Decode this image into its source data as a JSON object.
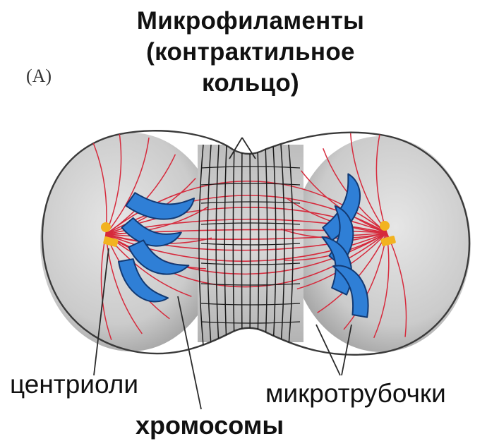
{
  "figure": {
    "panel_letter": "(A)",
    "title_lines": [
      "Микрофиламенты",
      "(контрактильное",
      "кольцо)"
    ]
  },
  "labels": {
    "centrioles": "центриоли",
    "microtubules": "микротрубочки",
    "chromosomes": "хромосомы"
  },
  "colors": {
    "cell_fill": "#cfcfcf",
    "cell_outline": "#3a3a3a",
    "microtubule": "#d62a3c",
    "chromosome_fill": "#2f7fd6",
    "chromosome_outline": "#123a73",
    "centriole": "#f2b321",
    "contractile_ring": "#1a1a1a",
    "leader_line": "#2a2a2a"
  }
}
